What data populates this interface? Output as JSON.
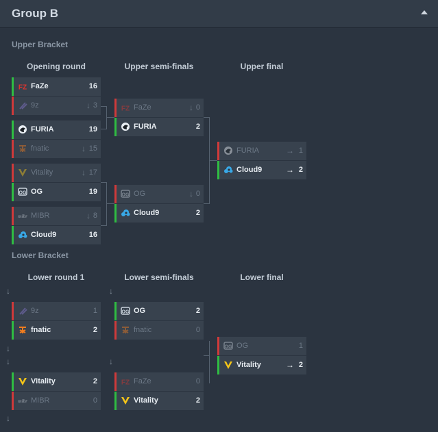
{
  "header": {
    "title": "Group B"
  },
  "upper": {
    "title": "Upper Bracket",
    "rounds": [
      "Opening round",
      "Upper semi-finals",
      "Upper final"
    ],
    "matches": [
      {
        "teams": [
          {
            "name": "FaZe",
            "logo": "faze-logo",
            "score": "16",
            "win": true,
            "indicator": ""
          },
          {
            "name": "9z",
            "logo": "9z-logo",
            "score": "3",
            "win": false,
            "indicator": "↓"
          }
        ]
      },
      {
        "teams": [
          {
            "name": "FURIA",
            "logo": "furia-logo",
            "score": "19",
            "win": true,
            "indicator": ""
          },
          {
            "name": "fnatic",
            "logo": "fnatic-logo",
            "score": "15",
            "win": false,
            "indicator": "↓"
          }
        ]
      },
      {
        "teams": [
          {
            "name": "Vitality",
            "logo": "vitality-logo",
            "score": "17",
            "win": false,
            "indicator": "↓"
          },
          {
            "name": "OG",
            "logo": "og-logo",
            "score": "19",
            "win": true,
            "indicator": ""
          }
        ]
      },
      {
        "teams": [
          {
            "name": "MIBR",
            "logo": "mibr-logo",
            "score": "8",
            "win": false,
            "indicator": "↓"
          },
          {
            "name": "Cloud9",
            "logo": "cloud9-logo",
            "score": "16",
            "win": true,
            "indicator": ""
          }
        ]
      },
      {
        "teams": [
          {
            "name": "FaZe",
            "logo": "faze-logo",
            "score": "0",
            "win": false,
            "indicator": "↓"
          },
          {
            "name": "FURIA",
            "logo": "furia-logo",
            "score": "2",
            "win": true,
            "indicator": ""
          }
        ]
      },
      {
        "teams": [
          {
            "name": "OG",
            "logo": "og-logo",
            "score": "0",
            "win": false,
            "indicator": "↓"
          },
          {
            "name": "Cloud9",
            "logo": "cloud9-logo",
            "score": "2",
            "win": true,
            "indicator": ""
          }
        ]
      },
      {
        "teams": [
          {
            "name": "FURIA",
            "logo": "furia-logo",
            "score": "1",
            "win": false,
            "indicator": "→"
          },
          {
            "name": "Cloud9",
            "logo": "cloud9-logo",
            "score": "2",
            "win": true,
            "indicator": "→"
          }
        ]
      }
    ]
  },
  "lower": {
    "title": "Lower Bracket",
    "rounds": [
      "Lower round 1",
      "Lower semi-finals",
      "Lower final"
    ],
    "side_arrow": "↓",
    "matches": [
      {
        "teams": [
          {
            "name": "9z",
            "logo": "9z-logo",
            "score": "1",
            "win": false,
            "indicator": ""
          },
          {
            "name": "fnatic",
            "logo": "fnatic-logo",
            "score": "2",
            "win": true,
            "indicator": ""
          }
        ]
      },
      {
        "teams": [
          {
            "name": "Vitality",
            "logo": "vitality-logo",
            "score": "2",
            "win": true,
            "indicator": ""
          },
          {
            "name": "MIBR",
            "logo": "mibr-logo",
            "score": "0",
            "win": false,
            "indicator": ""
          }
        ]
      },
      {
        "teams": [
          {
            "name": "OG",
            "logo": "og-logo",
            "score": "2",
            "win": true,
            "indicator": ""
          },
          {
            "name": "fnatic",
            "logo": "fnatic-logo",
            "score": "0",
            "win": false,
            "indicator": ""
          }
        ]
      },
      {
        "teams": [
          {
            "name": "FaZe",
            "logo": "faze-logo",
            "score": "0",
            "win": false,
            "indicator": ""
          },
          {
            "name": "Vitality",
            "logo": "vitality-logo",
            "score": "2",
            "win": true,
            "indicator": ""
          }
        ]
      },
      {
        "teams": [
          {
            "name": "OG",
            "logo": "og-logo",
            "score": "1",
            "win": false,
            "indicator": ""
          },
          {
            "name": "Vitality",
            "logo": "vitality-logo",
            "score": "2",
            "win": true,
            "indicator": "→"
          }
        ]
      }
    ]
  }
}
